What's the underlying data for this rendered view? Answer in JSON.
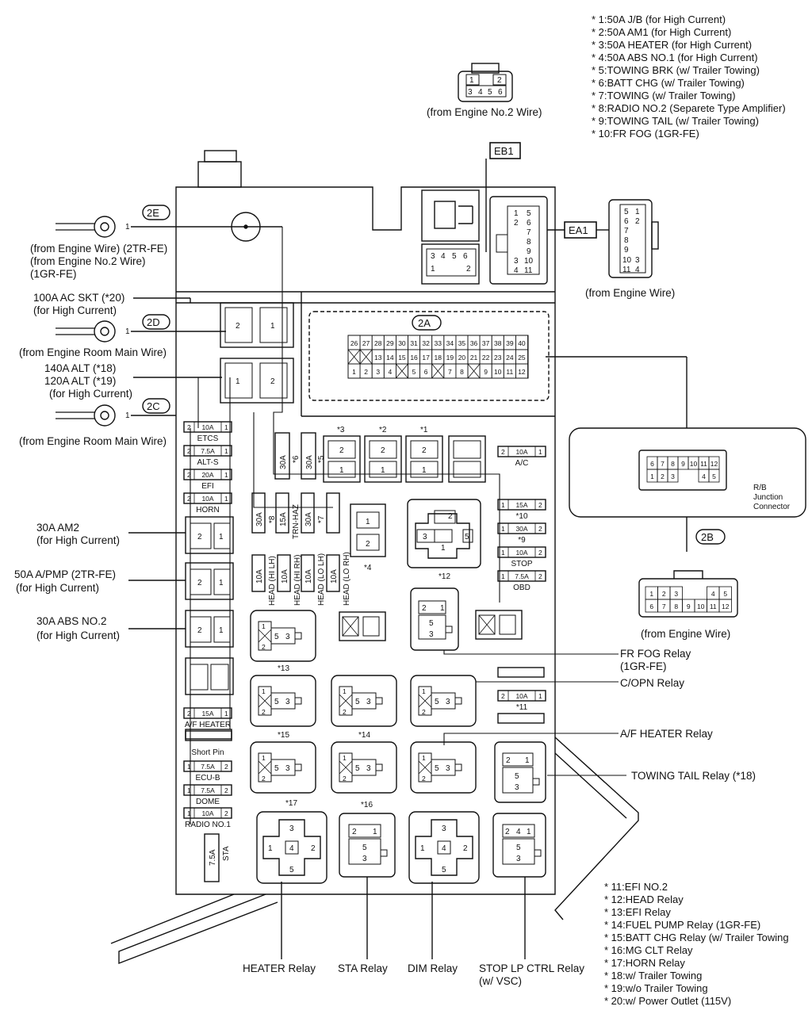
{
  "notes_top": [
    "* 1:50A J/B (for High Current)",
    "* 2:50A AM1 (for High Current)",
    "* 3:50A HEATER (for High Current)",
    "* 4:50A ABS NO.1 (for High Current)",
    "* 5:TOWING BRK (w/ Trailer Towing)",
    "* 6:BATT CHG (w/ Trailer Towing)",
    "* 7:TOWING (w/ Trailer Towing)",
    "* 8:RADIO NO.2 (Separete Type Amplifier)",
    "* 9:TOWING TAIL (w/ Trailer Towing)",
    "* 10:FR FOG (1GR-FE)"
  ],
  "notes_bottom": [
    "* 11:EFI NO.2",
    "* 12:HEAD Relay",
    "* 13:EFI Relay",
    "* 14:FUEL PUMP Relay (1GR-FE)",
    "* 15:BATT CHG Relay (w/ Trailer Towing",
    "* 16:MG CLT Relay",
    "* 17:HORN Relay",
    "* 18:w/ Trailer Towing",
    "* 19:w/o Trailer Towing",
    "* 20:w/ Power Outlet (115V)"
  ],
  "connector_tags": {
    "eb1": "EB1",
    "ea1": "EA1",
    "c2a": "2A",
    "c2b": "2B",
    "c2c": "2C",
    "c2d": "2D",
    "c2e": "2E"
  },
  "left_labels": {
    "e_wire_1": "(from Engine Wire) (2TR-FE)",
    "e_wire_2": "(from Engine No.2 Wire)",
    "e_wire_3": "(1GR-FE)",
    "ac_skt_1": "100A AC SKT (*20)",
    "ac_skt_2": "(for High Current)",
    "room_main_d": "(from Engine Room Main Wire)",
    "alt_1": "140A ALT (*18)",
    "alt_2": "120A ALT (*19)",
    "alt_3": "(for High Current)",
    "room_main_c": "(from Engine Room Main Wire)",
    "am2_1": "30A AM2",
    "am2_2": "(for High Current)",
    "apmp_1": "50A A/PMP (2TR-FE)",
    "apmp_2": "(for High Current)",
    "abs2_1": "30A ABS NO.2",
    "abs2_2": "(for High Current)"
  },
  "right_labels": {
    "eng2_wire": "(from Engine No.2 Wire)",
    "eng_wire_ea1": "(from Engine Wire)",
    "eng_wire_2b": "(from Engine Wire)",
    "rb_1": "R/B",
    "rb_2": "Junction",
    "rb_3": "Connector",
    "frfog_1": "FR FOG Relay",
    "frfog_2": "(1GR-FE)",
    "copn": "C/OPN Relay",
    "afheater": "A/F HEATER Relay",
    "towtail": "TOWING TAIL Relay (*18)"
  },
  "bottom_labels": {
    "heater": "HEATER Relay",
    "sta": "STA Relay",
    "dim": "DIM Relay",
    "stoplp_1": "STOP LP CTRL Relay",
    "stoplp_2": "(w/ VSC)"
  },
  "fuses_left": [
    {
      "amp": "10A",
      "name": "ETCS"
    },
    {
      "amp": "7.5A",
      "name": "ALT-S"
    },
    {
      "amp": "20A",
      "name": "EFI"
    },
    {
      "amp": "10A",
      "name": "HORN"
    }
  ],
  "fuses_left_lower": [
    {
      "amp": "15A",
      "name": "A/F HEATER"
    },
    {
      "amp": "",
      "name": "Short Pin"
    },
    {
      "amp": "7.5A",
      "name": "ECU-B"
    },
    {
      "amp": "7.5A",
      "name": "DOME"
    },
    {
      "amp": "10A",
      "name": "RADIO NO.1"
    }
  ],
  "fuses_right": [
    {
      "amp": "10A",
      "name": "A/C"
    },
    {
      "amp": "15A",
      "name": "*10"
    },
    {
      "amp": "30A",
      "name": "*9"
    },
    {
      "amp": "10A",
      "name": "STOP"
    },
    {
      "amp": "7.5A",
      "name": "OBD"
    },
    {
      "amp": "10A",
      "name": "*11"
    }
  ],
  "vertical_fuses": {
    "f6": "30A",
    "f5": "30A",
    "f8": "30A",
    "f_trn": "15A",
    "f7": "30A",
    "s6": "*6",
    "s5": "*5",
    "s8": "*8",
    "trn": "TRN-HAZ",
    "s7": "*7",
    "h1": "HEAD (HI LH)",
    "h2": "HEAD (HI RH)",
    "h3": "HEAD (LO LH)",
    "h4": "HEAD (LO RH)",
    "ha": "10A",
    "sta_amp": "7.5A",
    "sta": "STA"
  },
  "star_labels": {
    "s1": "*1",
    "s2": "*2",
    "s3": "*3",
    "s4": "*4",
    "s12": "*12",
    "s13": "*13",
    "s14": "*14",
    "s15": "*15",
    "s16": "*16",
    "s17": "*17"
  },
  "grid_2a": {
    "row1": [
      "26",
      "27",
      "28",
      "29",
      "30",
      "31",
      "32",
      "33",
      "34",
      "35",
      "36",
      "37",
      "38",
      "39",
      "40"
    ],
    "row2": [
      "",
      "",
      "13",
      "14",
      "15",
      "16",
      "17",
      "18",
      "19",
      "20",
      "21",
      "22",
      "23",
      "24",
      "25"
    ],
    "row3": [
      "1",
      "2",
      "3",
      "4",
      "",
      "5",
      "6",
      "",
      "7",
      "8",
      "",
      "9",
      "10",
      "11",
      "12"
    ]
  },
  "grid_2b": {
    "row1": [
      "1",
      "2",
      "3",
      "",
      "",
      "4",
      "5"
    ],
    "row2": [
      "6",
      "7",
      "8",
      "9",
      "10",
      "11",
      "12"
    ]
  },
  "grid_rb": {
    "row1": [
      "6",
      "7",
      "8",
      "9",
      "10",
      "11",
      "12"
    ],
    "row2": [
      "1",
      "2",
      "3",
      "",
      "",
      "4",
      "5"
    ]
  },
  "pins": {
    "p1": "1",
    "p2": "2",
    "p3": "3",
    "p4": "4",
    "p5": "5",
    "p6": "6",
    "p7": "7",
    "p8": "8",
    "p9": "9",
    "p10": "10",
    "p11": "11"
  }
}
